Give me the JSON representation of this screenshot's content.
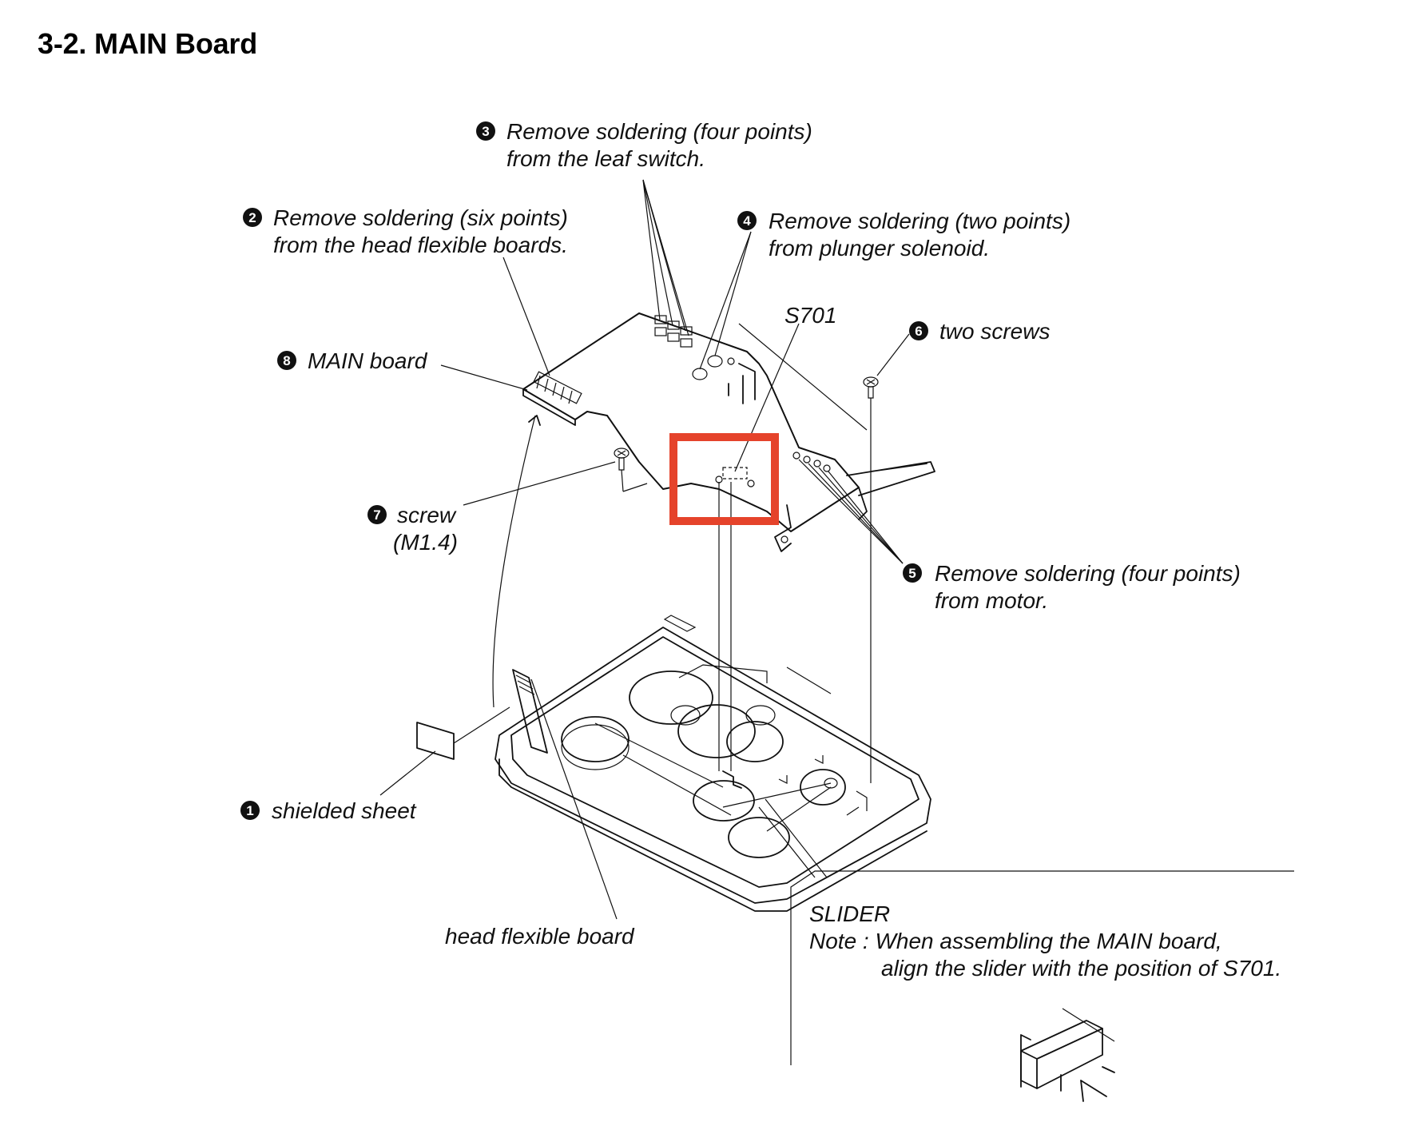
{
  "title": "3-2. MAIN Board",
  "steps": [
    {
      "n": "1",
      "line1": "shielded sheet",
      "line2": ""
    },
    {
      "n": "2",
      "line1": "Remove soldering (six points)",
      "line2": "from the head flexible boards."
    },
    {
      "n": "3",
      "line1": "Remove soldering (four points)",
      "line2": "from the leaf switch."
    },
    {
      "n": "4",
      "line1": "Remove soldering (two points)",
      "line2": "from plunger solenoid."
    },
    {
      "n": "5",
      "line1": "Remove soldering (four points)",
      "line2": "from motor."
    },
    {
      "n": "6",
      "line1": "two screws",
      "line2": ""
    },
    {
      "n": "7",
      "line1": "screw",
      "line2": "(M1.4)"
    },
    {
      "n": "8",
      "line1": "MAIN board",
      "line2": ""
    }
  ],
  "labels": {
    "s701": "S701",
    "head_flexible_board": "head flexible board",
    "slider": "SLIDER"
  },
  "note": {
    "line1": "Note : When assembling the MAIN board,",
    "line2": "align the slider with the position of S701."
  },
  "colors": {
    "highlight": "#e5432b",
    "ink": "#111111"
  }
}
